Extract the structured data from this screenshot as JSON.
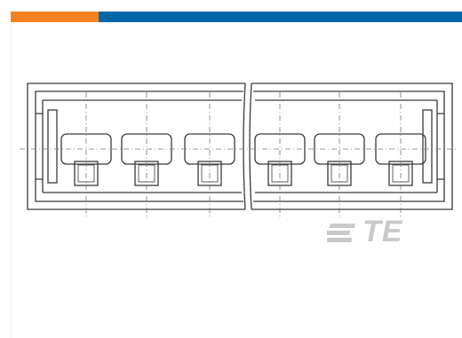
{
  "header_bar": {
    "accent_orange": "#f58220",
    "accent_blue": "#0068a8"
  },
  "drawing": {
    "line_color": "#3a3a3a",
    "centerline_color": "#777777",
    "pin_count": 6
  },
  "logo": {
    "name": "te-connectivity-logo",
    "text": "TE",
    "color": "#c9c9c9"
  }
}
